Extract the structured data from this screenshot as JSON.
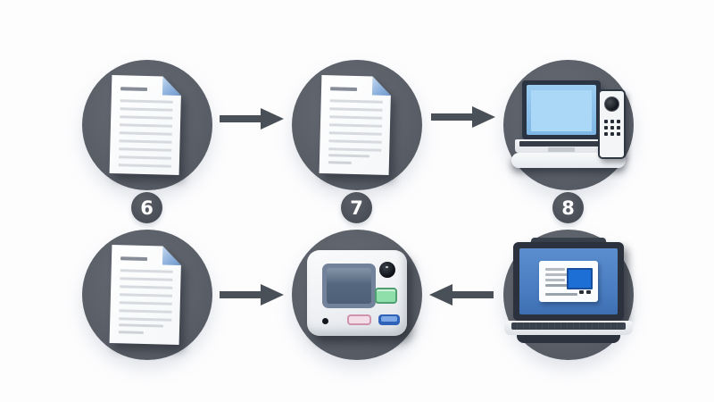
{
  "diagram": {
    "badges": [
      {
        "label": "6"
      },
      {
        "label": "7"
      },
      {
        "label": "8"
      }
    ],
    "nodes": [
      {
        "position": "top-left",
        "icon": "document-icon"
      },
      {
        "position": "top-center",
        "icon": "document-icon"
      },
      {
        "position": "top-right",
        "icon": "laptop-with-handset-icon"
      },
      {
        "position": "bottom-left",
        "icon": "document-icon"
      },
      {
        "position": "bottom-center",
        "icon": "terminal-device-icon"
      },
      {
        "position": "bottom-right",
        "icon": "laptop-icon"
      }
    ],
    "arrows": [
      {
        "row": "top",
        "from": "top-left",
        "to": "top-center",
        "direction": "right"
      },
      {
        "row": "top",
        "from": "top-center",
        "to": "top-right",
        "direction": "right"
      },
      {
        "row": "bottom",
        "from": "bottom-left",
        "to": "bottom-center",
        "direction": "right"
      },
      {
        "row": "bottom",
        "from": "bottom-right",
        "to": "bottom-center",
        "direction": "left"
      }
    ],
    "colors": {
      "background": "#fdfdfe",
      "circle": "#5a5f68",
      "arrow": "#4a5057",
      "badge": "#4e535c",
      "badge_text": "#ffffff",
      "document_fold_blue": "#8fb2de",
      "laptop_screen_light_blue": "#8fc5ef",
      "laptop_screen_blue": "#4a7ec2",
      "terminal_screen_slate": "#54677e",
      "button_green": "#8edfa9",
      "button_pink": "#cf93ad",
      "button_blue": "#2f62b8"
    }
  }
}
